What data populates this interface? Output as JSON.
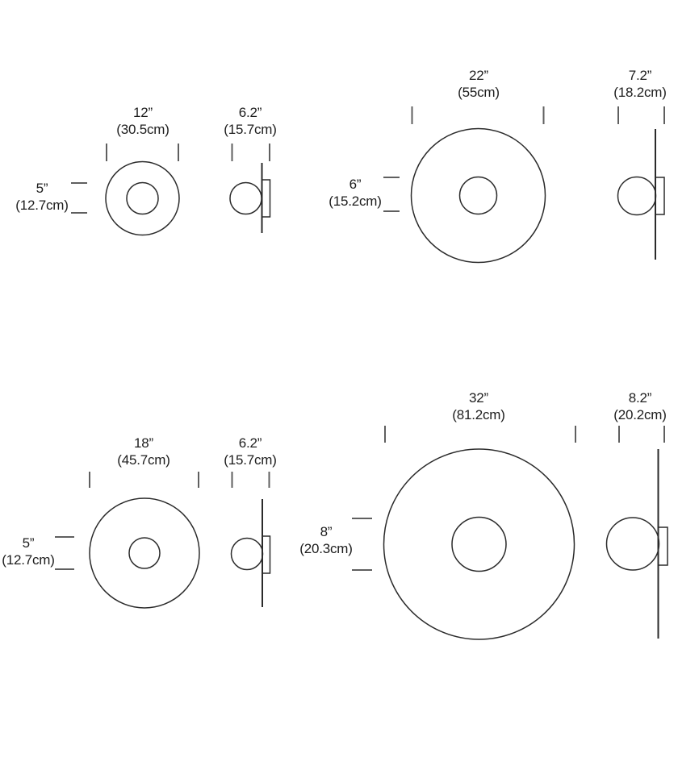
{
  "title": "Wall lamp dimension diagrams (front and side views, four sizes)",
  "colors": {
    "background": "#ffffff",
    "line": "#2b2b2b",
    "tick": "#5f5f5f",
    "text": "#1d1d1d"
  },
  "lamps": {
    "size_12": {
      "front_width_in": "12”",
      "front_width_cm": "(30.5cm)",
      "front_height_in": "5”",
      "front_height_cm": "(12.7cm)",
      "side_depth_in": "6.2”",
      "side_depth_cm": "(15.7cm)"
    },
    "size_22": {
      "front_width_in": "22”",
      "front_width_cm": "(55cm)",
      "front_height_in": "6”",
      "front_height_cm": "(15.2cm)",
      "side_depth_in": "7.2”",
      "side_depth_cm": "(18.2cm)"
    },
    "size_18": {
      "front_width_in": "18”",
      "front_width_cm": "(45.7cm)",
      "front_height_in": "5”",
      "front_height_cm": "(12.7cm)",
      "side_depth_in": "6.2”",
      "side_depth_cm": "(15.7cm)"
    },
    "size_32": {
      "front_width_in": "32”",
      "front_width_cm": "(81.2cm)",
      "front_height_in": "8”",
      "front_height_cm": "(20.3cm)",
      "side_depth_in": "8.2”",
      "side_depth_cm": "(20.2cm)"
    }
  }
}
